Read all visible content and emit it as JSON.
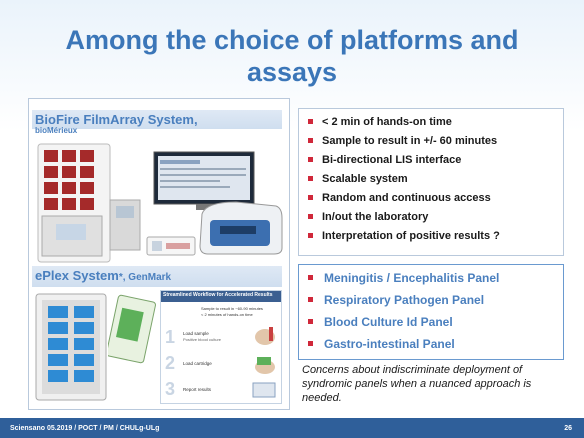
{
  "title": "Among the choice of platforms and assays",
  "left": {
    "system1_name": "BioFire FilmArray System,",
    "system1_company": "bioMérieux",
    "system2_name": "ePlex System",
    "system2_suffix": "*, GenMark"
  },
  "features": [
    "< 2 min of hands-on time",
    "Sample to result in +/- 60 minutes",
    "Bi-directional LIS interface",
    "Scalable system",
    "Random and continuous access",
    "In/out the laboratory",
    "Interpretation of positive results ?"
  ],
  "panels": [
    "Meningitis / Encephalitis Panel",
    "Respiratory Pathogen Panel",
    "Blood Culture Id Panel",
    "Gastro-intestinal Panel"
  ],
  "concerns": "Concerns about indiscriminate deployment of syndromic panels when a nuanced approach is needed.",
  "footer": {
    "text": "Sciensano 05.2019 / POCT / PM / CHULg-ULg",
    "page": "26"
  },
  "workflow": {
    "header": "Streamlined Workflow for Accelerated Results",
    "bullet1": "Sample to result in ~60-90 minutes",
    "bullet2": "< 2 minutes of hands-on time",
    "step1_label": "Load sample",
    "step1_sub": "Positive blood culture",
    "step2_label": "Load cartridge",
    "step3_label": "Report results"
  },
  "colors": {
    "title": "#3b76b8",
    "accent_blue": "#4a7fbe",
    "bullet_red": "#d0283a",
    "footer_bg": "#2f5f9a"
  }
}
